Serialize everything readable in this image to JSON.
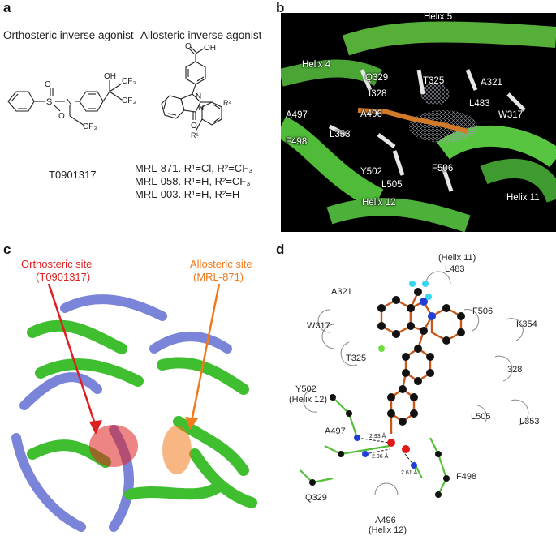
{
  "panels": {
    "a": {
      "letter": "a",
      "orthosteric_heading": "Orthosteric inverse agonist",
      "allosteric_heading": "Allosteric inverse agonist",
      "ortho_compound": "T0901317",
      "allo_compounds": [
        "MRL-871. R¹=Cl, R²=CF₃",
        "MRL-058. R¹=H, R²=CF₃",
        "MRL-003. R¹=H, R²=H"
      ],
      "atoms": [
        "OH",
        "CF₃",
        "CF₃",
        "S",
        "O",
        "O",
        "N",
        "CF₃",
        "OH",
        "O",
        "N",
        "N",
        "O",
        "R²",
        "R¹"
      ]
    },
    "b": {
      "letter": "b",
      "labels": [
        "Helix 5",
        "Helix 4",
        "Q329",
        "T325",
        "A321",
        "I328",
        "L483",
        "A497",
        "A496",
        "W317",
        "F498",
        "L353",
        "Y502",
        "F506",
        "L505",
        "Helix 12",
        "Helix 11"
      ]
    },
    "c": {
      "letter": "c",
      "ortho_site": "Orthosteric site",
      "ortho_ligand": "(T0901317)",
      "allo_site": "Allosteric site",
      "allo_ligand": "(MRL-871)"
    },
    "d": {
      "letter": "d",
      "residues": [
        "(Helix 11)",
        "L483",
        "A321",
        "F506",
        "K354",
        "W317",
        "T325",
        "I328",
        "Y502",
        "(Helix 12)",
        "L505",
        "L353",
        "A497",
        "F498",
        "Q329",
        "A496",
        "(Helix 12)"
      ],
      "distances": [
        "2.93 Å",
        "2.96 Å",
        "2.61 Å"
      ]
    }
  },
  "colors": {
    "helix_green": "#4fc03a",
    "helix_blue": "#7a84d8",
    "ortho_red": "#e02020",
    "allo_orange": "#f07a1c",
    "ligand_bond": "#c8571c",
    "carbon": "#111111",
    "nitrogen": "#1f3fd6",
    "oxygen": "#e01818",
    "fluorine": "#37d6f0",
    "chlorine": "#6fe03a"
  }
}
